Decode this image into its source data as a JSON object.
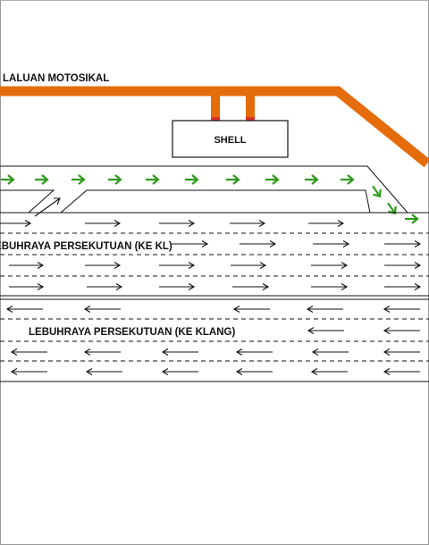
{
  "labels": {
    "motorcycle_lane": "LALUAN MOTOSIKAL",
    "station": "SHELL",
    "road_to_kl": "LEBUHRAYA PERSEKUTUAN (KE KL)",
    "road_to_klang": "LEBUHRAYA PERSEKUTUAN (KE KLANG)"
  },
  "colors": {
    "motorcycle_lane": "#e46c0a",
    "station_connector": "#e46c0a",
    "connector_tip": "#e0312d",
    "route_arrows": "#2e9a1c",
    "traffic_arrows": "#111111",
    "road_lines": "#111111"
  },
  "icons": {
    "route_arrow": "green-chevron-arrow-icon",
    "traffic_arrow": "lane-direction-arrow-icon"
  }
}
